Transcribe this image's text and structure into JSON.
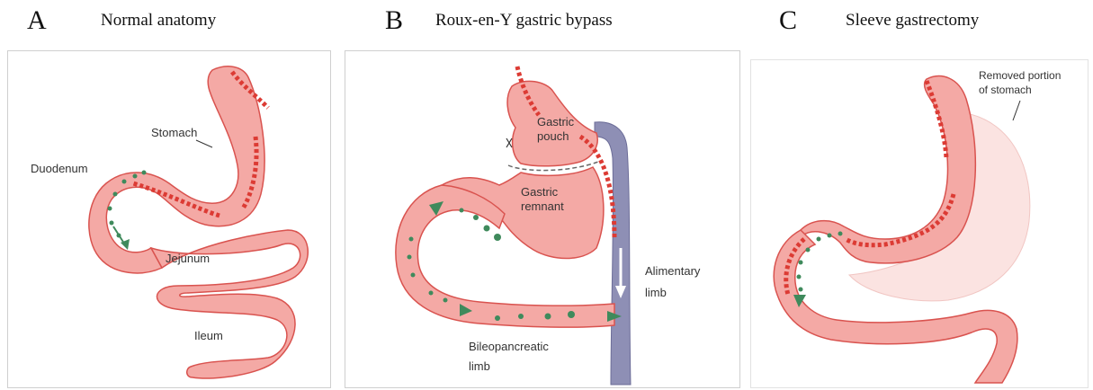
{
  "panels": [
    {
      "letter": "A",
      "title": "Normal anatomy",
      "labels": {
        "stomach": "Stomach",
        "duodenum": "Duodenum",
        "jejunum": "Jejunum",
        "ileum": "Ileum"
      }
    },
    {
      "letter": "B",
      "title": "Roux-en-Y gastric bypass",
      "labels": {
        "gastric_pouch_1": "Gastric",
        "gastric_pouch_2": "pouch",
        "gastric_remnant_1": "Gastric",
        "gastric_remnant_2": "remnant",
        "alimentary_1": "Alimentary",
        "alimentary_2": "limb",
        "bilio_1": "Bileopancreatic",
        "bilio_2": "limb"
      }
    },
    {
      "letter": "C",
      "title": "Sleeve gastrectomy",
      "labels": {
        "removed_1": "Removed portion",
        "removed_2": "of stomach"
      }
    }
  ],
  "colors": {
    "tissue_fill": "#f4a9a5",
    "tissue_stroke": "#d9534f",
    "limb_fill": "#8e8fb5",
    "arrow_red": "#dc3b34",
    "dot_green": "#3f8a5c",
    "removed_fill": "#fbe3e1"
  }
}
